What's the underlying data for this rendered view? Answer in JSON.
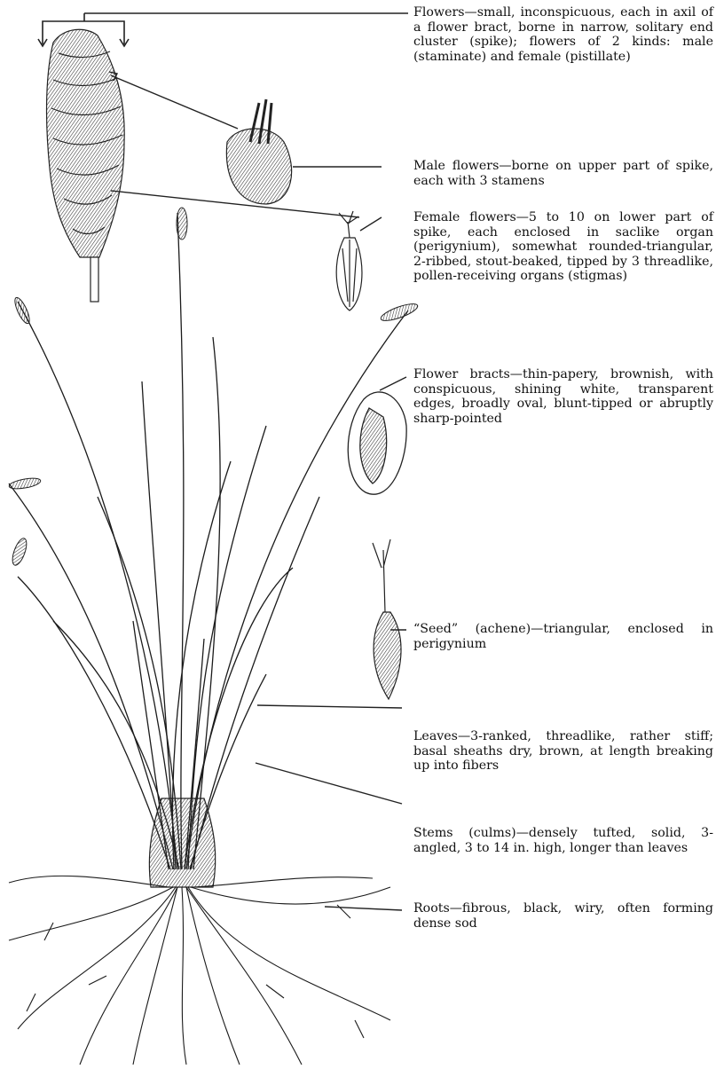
{
  "labels": {
    "flowers": "Flowers—small, inconspicuous, each in axil of a flower bract, borne in narrow, solitary end cluster (spike); flowers of 2 kinds: male (staminate) and female (pistillate)",
    "male_flowers": "Male flowers—borne on upper part of spike, each with 3 stamens",
    "female_flowers": "Female flowers—5 to 10 on lower part of spike, each enclosed in saclike organ (perigynium), somewhat rounded-triangular, 2-ribbed, stout-beaked, tipped by 3 threadlike, pollen-receiving organs (stigmas)",
    "flower_bracts": "Flower bracts—thin-papery, brownish, with conspicuous, shining white, transparent edges, broadly oval, blunt-tipped or abruptly sharp-pointed",
    "seed": "“Seed” (achene)—triangular, enclosed in perigynium",
    "leaves": "Leaves—3-ranked, threadlike, rather stiff; basal sheaths dry, brown, at length breaking up into fibers",
    "stems": "Stems (culms)—densely tufted, solid, 3-angled, 3 to 14 in. high, longer than leaves",
    "roots": "Roots—fibrous, black, wiry, often forming dense sod"
  }
}
